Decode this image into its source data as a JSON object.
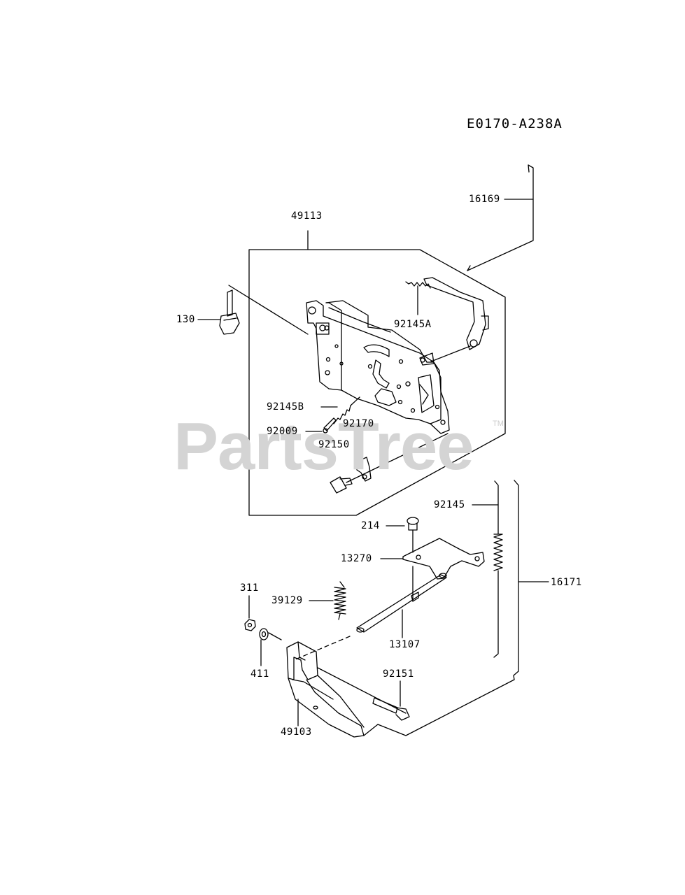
{
  "diagram": {
    "code": "E0170-A238A",
    "watermark": "PartsTree",
    "watermark_mark": "TM",
    "line_color": "#000000",
    "watermark_color": "#d4d4d4"
  },
  "parts": {
    "p16169": "16169",
    "p49113": "49113",
    "p130": "130",
    "p92145A": "92145A",
    "p92145B": "92145B",
    "p92170": "92170",
    "p92009": "92009",
    "p92150": "92150",
    "p92145": "92145",
    "p214": "214",
    "p13270": "13270",
    "p16171": "16171",
    "p311": "311",
    "p39129": "39129",
    "p13107": "13107",
    "p411": "411",
    "p92151": "92151",
    "p49103": "49103"
  }
}
